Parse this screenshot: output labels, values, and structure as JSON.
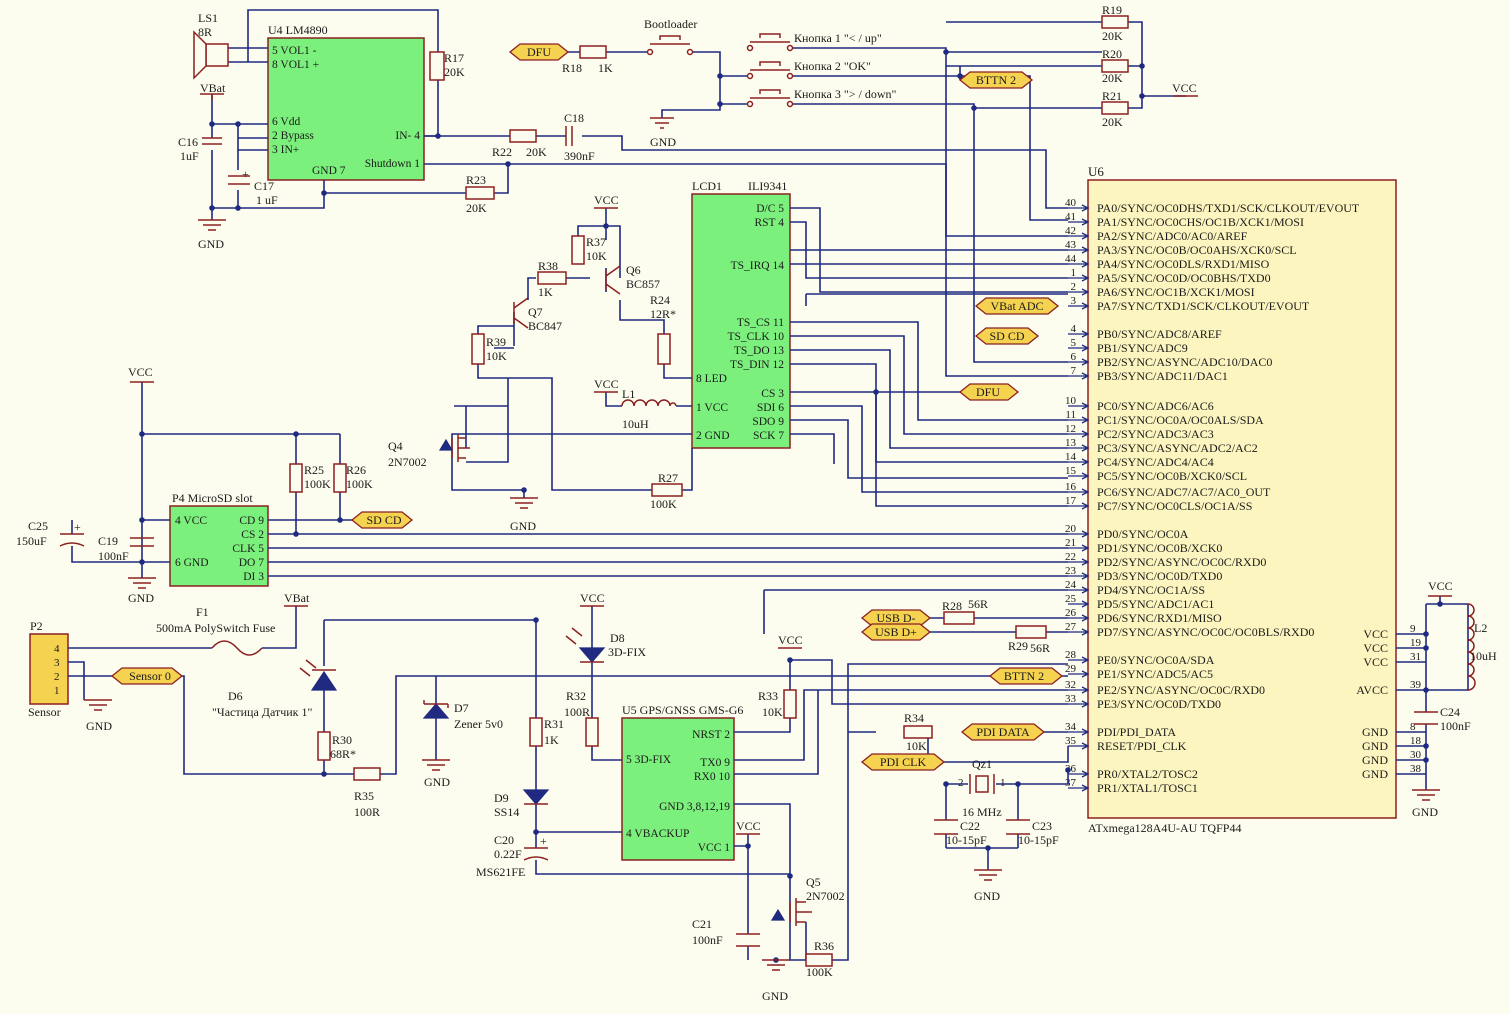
{
  "mcu": {
    "ref": "U6",
    "part": "ATxmega128A4U-AU TQFP44",
    "pins_left": [
      {
        "n": "40",
        "name": "PA0/SYNC/OC0DHS/TXD1/SCK/CLKOUT/EVOUT"
      },
      {
        "n": "41",
        "name": "PA1/SYNC/OC0CHS/OC1B/XCK1/MOSI"
      },
      {
        "n": "42",
        "name": "PA2/SYNC/ADC0/AC0/AREF"
      },
      {
        "n": "43",
        "name": "PA3/SYNC/OC0B/OC0AHS/XCK0/SCL"
      },
      {
        "n": "44",
        "name": "PA4/SYNC/OC0DLS/RXD1/MISO"
      },
      {
        "n": "1",
        "name": "PA5/SYNC/OC0D/OC0BHS/TXD0"
      },
      {
        "n": "2",
        "name": "PA6/SYNC/OC1B/XCK1/MOSI"
      },
      {
        "n": "3",
        "name": "PA7/SYNC/TXD1/SCK/CLKOUT/EVOUT"
      },
      {
        "n": "4",
        "name": "PB0/SYNC/ADC8/AREF"
      },
      {
        "n": "5",
        "name": "PB1/SYNC/ADC9"
      },
      {
        "n": "6",
        "name": "PB2/SYNC/ASYNC/ADC10/DAC0"
      },
      {
        "n": "7",
        "name": "PB3/SYNC/ADC11/DAC1"
      },
      {
        "n": "10",
        "name": "PC0/SYNC/ADC6/AC6"
      },
      {
        "n": "11",
        "name": "PC1/SYNC/OC0A/OC0ALS/SDA"
      },
      {
        "n": "12",
        "name": "PC2/SYNC/ADC3/AC3"
      },
      {
        "n": "13",
        "name": "PC3/SYNC/ASYNC/ADC2/AC2"
      },
      {
        "n": "14",
        "name": "PC4/SYNC/ADC4/AC4"
      },
      {
        "n": "15",
        "name": "PC5/SYNC/OC0B/XCK0/SCL"
      },
      {
        "n": "16",
        "name": "PC6/SYNC/ADC7/AC7/AC0_OUT"
      },
      {
        "n": "17",
        "name": "PC7/SYNC/OC0CLS/OC1A/SS"
      },
      {
        "n": "20",
        "name": "PD0/SYNC/OC0A"
      },
      {
        "n": "21",
        "name": "PD1/SYNC/OC0B/XCK0"
      },
      {
        "n": "22",
        "name": "PD2/SYNC/ASYNC/OC0C/RXD0"
      },
      {
        "n": "23",
        "name": "PD3/SYNC/OC0D/TXD0"
      },
      {
        "n": "24",
        "name": "PD4/SYNC/OC1A/SS"
      },
      {
        "n": "25",
        "name": "PD5/SYNC/ADC1/AC1"
      },
      {
        "n": "26",
        "name": "PD6/SYNC/RXD1/MISO"
      },
      {
        "n": "27",
        "name": "PD7/SYNC/ASYNC/OC0C/OC0BLS/RXD0"
      },
      {
        "n": "28",
        "name": "PE0/SYNC/OC0A/SDA"
      },
      {
        "n": "29",
        "name": "PE1/SYNC/ADC5/AC5"
      },
      {
        "n": "32",
        "name": "PE2/SYNC/ASYNC/OC0C/RXD0"
      },
      {
        "n": "33",
        "name": "PE3/SYNC/OC0D/TXD0"
      },
      {
        "n": "34",
        "name": "PDI/PDI_DATA"
      },
      {
        "n": "35",
        "name": "RESET/PDI_CLK"
      },
      {
        "n": "36",
        "name": "PR0/XTAL2/TOSC2"
      },
      {
        "n": "37",
        "name": "PR1/XTAL1/TOSC1"
      }
    ],
    "pins_right": [
      {
        "n": "9",
        "name": "VCC"
      },
      {
        "n": "19",
        "name": "VCC"
      },
      {
        "n": "31",
        "name": "VCC"
      },
      {
        "n": "39",
        "name": "AVCC"
      },
      {
        "n": "8",
        "name": "GND"
      },
      {
        "n": "18",
        "name": "GND"
      },
      {
        "n": "30",
        "name": "GND"
      },
      {
        "n": "38",
        "name": "GND"
      }
    ]
  },
  "amp": {
    "ref": "U4 LM4890",
    "pins": [
      "5 VOL1 -",
      "8 VOL1 +",
      "6 Vdd",
      "2 Bypass",
      "3 IN+",
      "IN- 4",
      "Shutdown 1",
      "GND 7"
    ]
  },
  "lcd": {
    "ref": "LCD1",
    "part": "ILI9341",
    "pins": [
      "D/C 5",
      "RST 4",
      "TS_IRQ 14",
      "TS_CS 11",
      "TS_CLK 10",
      "TS_DO 13",
      "TS_DIN 12",
      "8 LED",
      "1 VCC",
      "2 GND",
      "CS 3",
      "SDI 6",
      "SDO 9",
      "SCK 7"
    ]
  },
  "sd": {
    "ref": "P4 MicroSD slot",
    "pins": [
      "4 VCC",
      "6 GND",
      "CD 9",
      "CS 2",
      "CLK 5",
      "DO 7",
      "DI 3"
    ]
  },
  "gps": {
    "ref": "U5 GPS/GNSS GMS-G6",
    "pins": [
      "NRST 2",
      "5 3D-FIX",
      "TX0 9",
      "RX0 10",
      "GND 3,8,12,19",
      "4 VBACKUP",
      "VCC 1"
    ]
  },
  "sensor": {
    "ref": "P2",
    "name": "Sensor",
    "pins": [
      "4",
      "3",
      "2",
      "1"
    ]
  },
  "flags": {
    "dfu": "DFU",
    "bttn2": "BTTN 2",
    "vbat_adc": "VBat ADC",
    "sd_cd": "SD CD",
    "sensor0": "Sensor 0",
    "usb_dm": "USB D-",
    "usb_dp": "USB D+",
    "pdi_data": "PDI DATA",
    "pdi_clk": "PDI CLK"
  },
  "power": {
    "vcc": "VCC",
    "vbat": "VBat",
    "gnd": "GND"
  },
  "buttons": {
    "bootloader": "Bootloader",
    "k1": "Кнопка 1 \"< / up\"",
    "k2": "Кнопка 2 \"OK\"",
    "k3": "Кнопка 3 \"> / down\""
  },
  "parts": {
    "ls1": "LS1",
    "ls1v": "8R",
    "r17": "R17",
    "r17v": "20K",
    "r18": "R18",
    "r18v": "1K",
    "r19": "R19",
    "r19v": "20K",
    "r20": "R20",
    "r20v": "20K",
    "r21": "R21",
    "r21v": "20K",
    "c16": "C16",
    "c16v": "1uF",
    "c17": "C17",
    "c17v": "1 uF",
    "r22": "R22",
    "r22v": "20K",
    "c18": "C18",
    "c18v": "390nF",
    "r23": "R23",
    "r23v": "20K",
    "r37": "R37",
    "r37v": "10K",
    "r38": "R38",
    "r38v": "1K",
    "q6": "Q6",
    "q6v": "BC857",
    "q7": "Q7",
    "q7v": "BC847",
    "r24": "R24",
    "r24v": "12R*",
    "r39": "R39",
    "r39v": "10K",
    "l1": "L1",
    "l1v": "10uH",
    "q4": "Q4",
    "q4v": "2N7002",
    "r27": "R27",
    "r27v": "100K",
    "r25": "R25",
    "r25v": "100K",
    "r26": "R26",
    "r26v": "100K",
    "c25": "C25",
    "c25v": "150uF",
    "c19": "C19",
    "c19v": "100nF",
    "f1": "F1",
    "f1v": "500mA PolySwitch Fuse",
    "d6": "D6",
    "d6v": "\"Частица Датчик 1\"",
    "r30": "R30",
    "r30v": "68R*",
    "r35": "R35",
    "r35v": "100R",
    "d7": "D7",
    "d7v": "Zener 5v0",
    "d8": "D8",
    "d8v": "3D-FIX",
    "r31": "R31",
    "r31v": "1K",
    "r32": "R32",
    "r32v": "100R",
    "d9": "D9",
    "d9v": "SS14",
    "c20": "C20",
    "c20v": "0.22F",
    "c20p": "MS621FE",
    "r33": "R33",
    "r33v": "10K",
    "r34": "R34",
    "r34v": "10K",
    "c21": "C21",
    "c21v": "100nF",
    "q5": "Q5",
    "q5v": "2N7002",
    "r36": "R36",
    "r36v": "100K",
    "r28": "R28",
    "r28v": "56R",
    "r29": "R29",
    "r29v": "56R",
    "qz1": "Qz1",
    "qz1v": "16 MHz",
    "c22": "C22",
    "c22v": "10-15pF",
    "c23": "C23",
    "c23v": "10-15pF",
    "l2": "L2",
    "l2v": "10uH",
    "c24": "C24",
    "c24v": "100nF"
  }
}
